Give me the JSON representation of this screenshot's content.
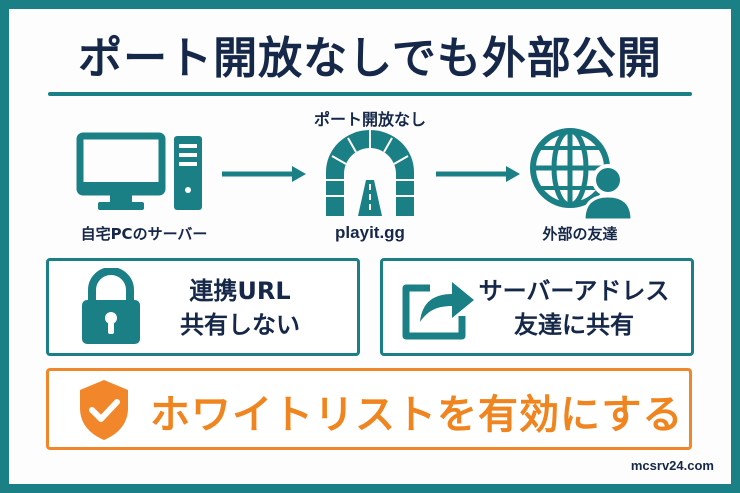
{
  "title": "ポート開放なしでも外部公開",
  "diagram": {
    "tunnel_caption": "ポート開放なし",
    "nodes": [
      {
        "label": "自宅PCのサーバー",
        "icon": "desktop-pc-icon"
      },
      {
        "label": "playit.gg",
        "icon": "tunnel-icon"
      },
      {
        "label": "外部の友達",
        "icon": "globe-user-icon"
      }
    ]
  },
  "cards": [
    {
      "icon": "padlock-icon",
      "line1": "連携URL",
      "line2": "共有しない"
    },
    {
      "icon": "share-icon",
      "line1": "サーバーアドレス",
      "line2": "友達に共有"
    }
  ],
  "banner": {
    "icon": "shield-check-icon",
    "text": "ホワイトリストを有効にする"
  },
  "footer": "mcsrv24.com",
  "colors": {
    "teal": "#1b7f86",
    "navy": "#16284a",
    "orange": "#f0841f"
  }
}
